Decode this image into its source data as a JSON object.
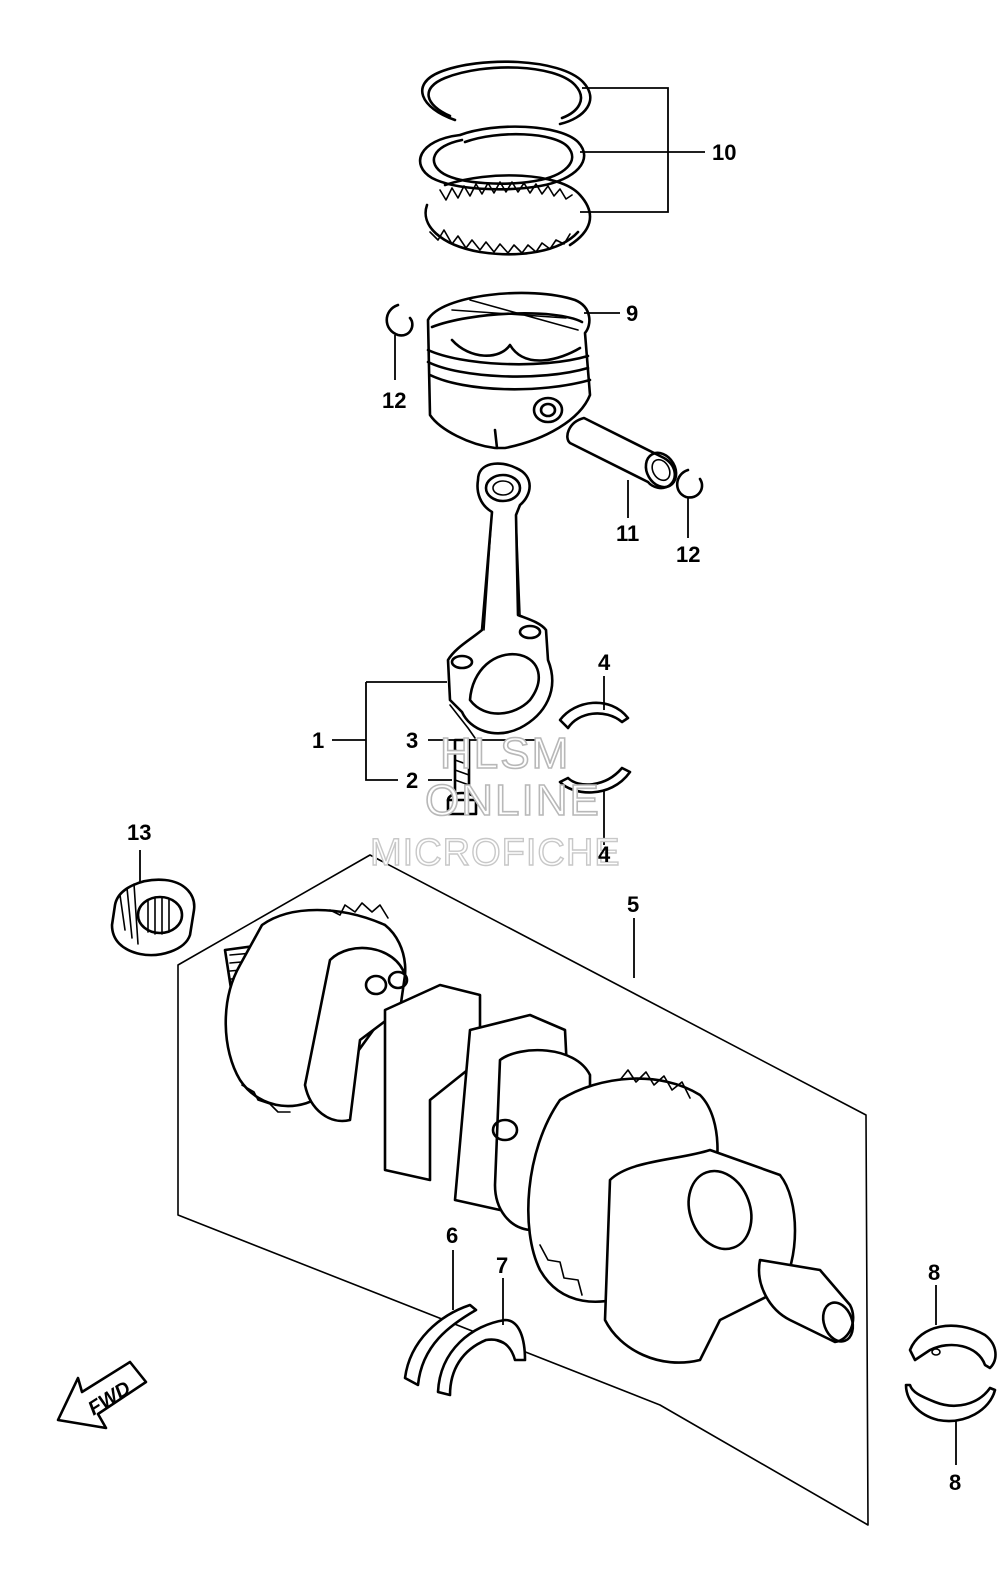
{
  "callouts": {
    "c1": "1",
    "c2": "2",
    "c3": "3",
    "c4a": "4",
    "c4b": "4",
    "c5": "5",
    "c6": "6",
    "c7": "7",
    "c8a": "8",
    "c8b": "8",
    "c9": "9",
    "c10": "10",
    "c11": "11",
    "c12a": "12",
    "c12b": "12",
    "c13": "13"
  },
  "fwd_label": "FWD",
  "watermark": {
    "line1": "HLSM",
    "line2": "ONLINE",
    "line3": "MICROFICHE"
  },
  "icons": {
    "fwd": "fwd-arrow-icon"
  }
}
